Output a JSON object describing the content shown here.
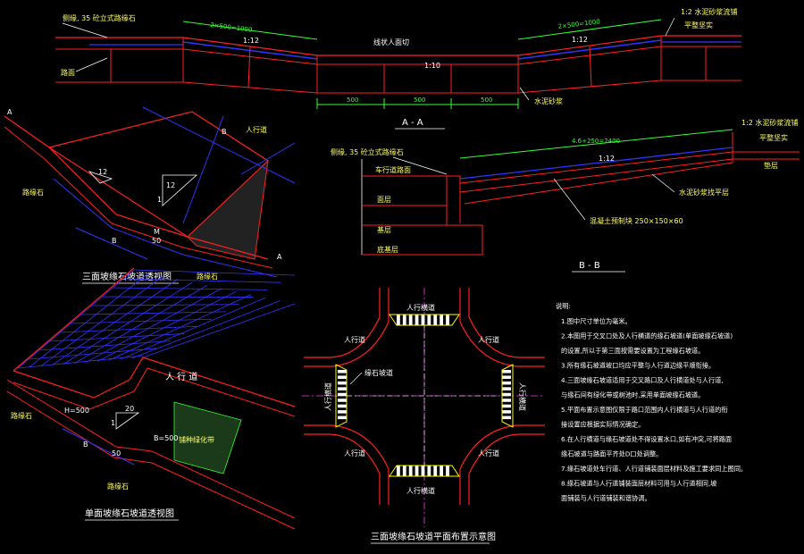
{
  "section_aa": {
    "title": "A - A",
    "label_top_left": "侧缘, 35 砼立式路缘石",
    "label_road": "路面",
    "label_line": "线状人面切",
    "dim_left": "2×500=1000",
    "dim_right": "2×500=1000",
    "slope_left": "1:12",
    "slope_right": "1:12",
    "slope_mid": "1:10",
    "dim_bottom": [
      "500",
      "500",
      "500"
    ],
    "label_right_top": "1:2 水泥砂浆流铺",
    "label_right_2": "平整坚实",
    "label_right_bottom": "水泥砂浆"
  },
  "perspective_3": {
    "title": "三面坡缘石坡道透视图",
    "label_a_left": "A",
    "label_a_right": "A",
    "label_people": "人行道",
    "label_curb": "路缘石",
    "label_curb2": "路缘石",
    "slope_12": "12",
    "slope_1": "1",
    "label_b": "B",
    "label_b2": "B",
    "label_m": "M",
    "dim_50": "50"
  },
  "section_bb": {
    "title": "B - B",
    "label_curb": "侧缘, 35 砼立式路缘石",
    "label_car": "车行道路面",
    "label_surface": "面层",
    "label_base": "基层",
    "label_subbase": "底基层",
    "dim_top": "4.6+250=2400",
    "slope": "1:12",
    "label_right_top": "1:2 水泥砂浆流铺",
    "label_right_2": "平整坚实",
    "label_right_3": "垫层",
    "label_mortar": "水泥砂浆找平层",
    "label_stone": "混凝土预制块 250×150×60"
  },
  "perspective_1": {
    "title": "单面坡缘石坡道透视图",
    "label_people": "人 行 道",
    "label_curb": "路缘石",
    "label_curb2": "路缘石",
    "label_h": "H=500",
    "label_b": "B=500",
    "label_green": "铺种绿化带",
    "slope_20": "20",
    "slope_1": "1",
    "label_b1": "B",
    "dim_50": "50"
  },
  "plan": {
    "title": "三面坡缘石坡道平面布置示意图",
    "sidewalk_labels": [
      "人行道",
      "人行道",
      "人行道",
      "人行道"
    ],
    "crosswalk_labels": [
      "人行横道",
      "人行横道",
      "人行横道",
      "人行横道"
    ],
    "label_ramp": "缘石坡道"
  },
  "notes": {
    "heading": "说明:",
    "items": [
      "1.图中尺寸单位为毫米。",
      "2.本图用于交叉口处及人行横道的缘石坡道(单面坡缘石坡道)",
      "   的设置,所以于第三面按需要设置为工程缘石坡道。",
      "3.所有缘石坡道坡口均应平整与人行道边缘平顺衔接。",
      "4.三面坡缘石坡道适用于交叉路口及人行横道处与人行道,",
      "   与缘石间有绿化带或树池时,采用单面坡缘石坡道。",
      "5.平面布置示意图仅限于路口范围内人行横道与人行道的衔",
      "   接设置应根据实际情况确定。",
      "6.在人行横道与缘石坡道处不得设置水口,如有冲突,可将路面",
      "   缘石坡道与路面平齐处D口处调整。",
      "7.缘石坡道处车行道、人行道铺装面层材料及施工要求同上图同。",
      "8.缘石坡道与人行道铺装面层材料可用与人行道相同,坡",
      "   面铺装与人行道铺装和谐协调。"
    ]
  },
  "colors": {
    "background": "#000000",
    "line_red": "#ff2020",
    "line_blue": "#3333ff",
    "line_green": "#33ff33",
    "line_white": "#ffffff",
    "line_yellow": "#ffff00",
    "line_magenta": "#ff33ff"
  }
}
